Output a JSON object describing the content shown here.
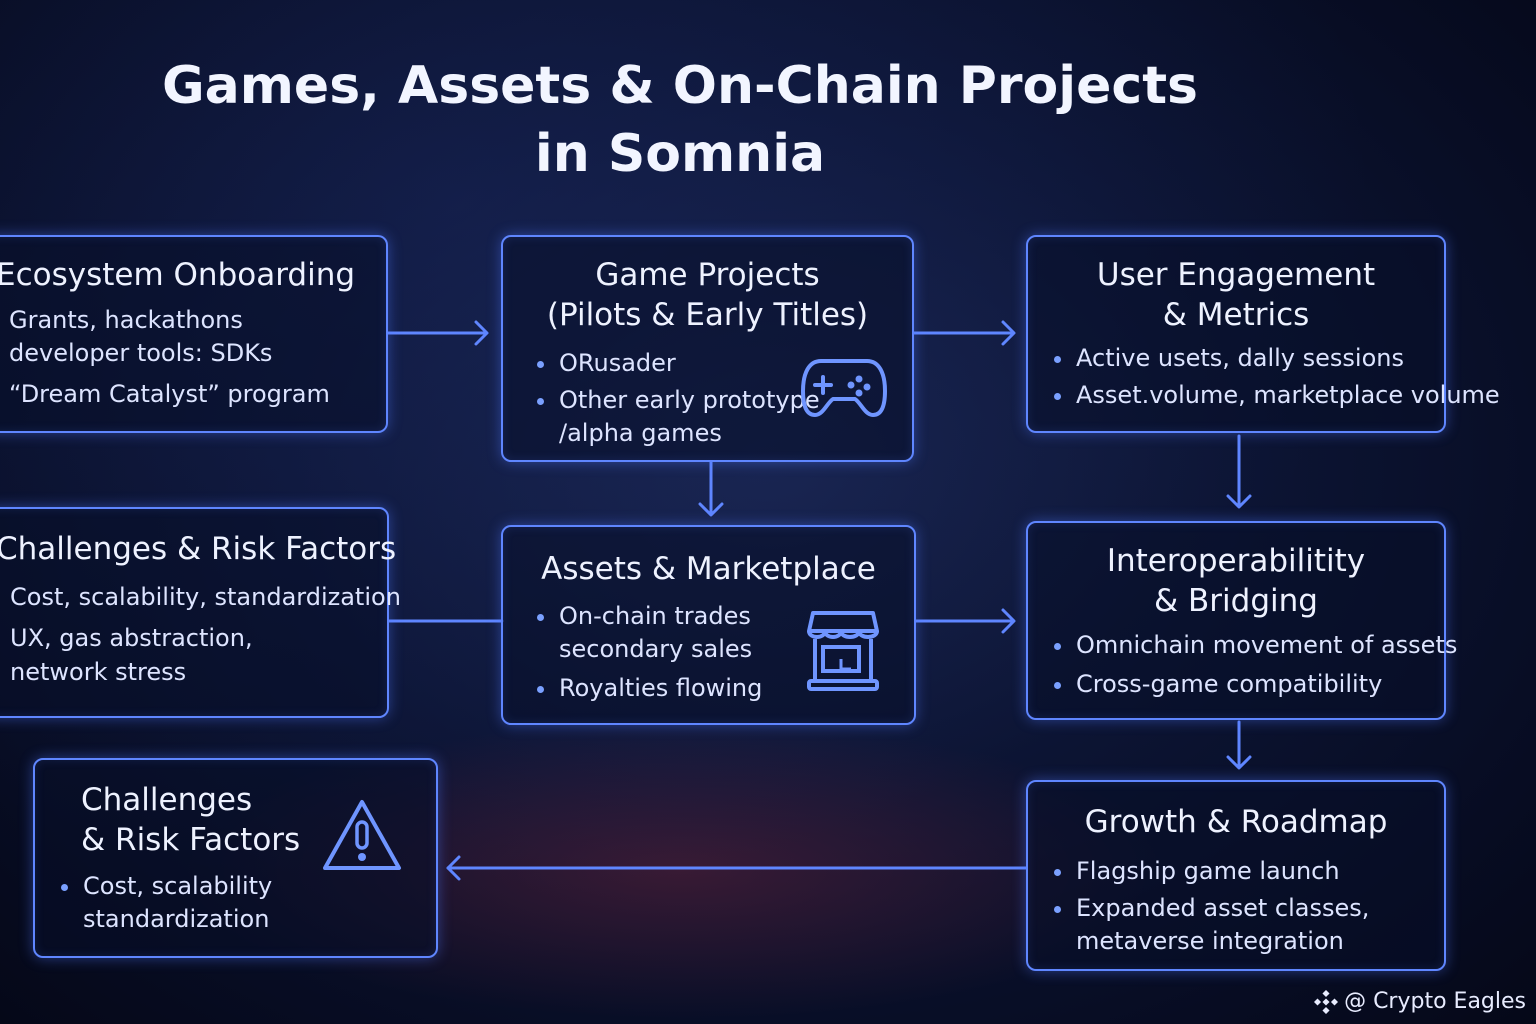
{
  "title": {
    "line1": "Games, Assets & On-Chain Projects",
    "line2": "in Somnia"
  },
  "boxes": {
    "ecosystem": {
      "title": "Ecosystem Onboarding",
      "lines": [
        "Grants, hackathons",
        "developer tools: SDKs",
        "“Dream Catalyst” program"
      ]
    },
    "game_projects": {
      "title_line1": "Game Projects",
      "title_line2": "(Pilots & Early Titles)",
      "bullets": [
        "ORusader",
        "Other early prototype",
        "/alpha games"
      ],
      "icon": "gamepad-icon"
    },
    "engagement": {
      "title_line1": "User Engagement",
      "title_line2": "& Metrics",
      "bullets": [
        "Active usets, dally sessions",
        "Asset.volume, marketplace volume"
      ]
    },
    "challenges_top": {
      "title": "Challenges & Risk Factors",
      "lines": [
        "Cost, scalability, standardization",
        "UX, gas abstraction,",
        "network stress"
      ]
    },
    "assets": {
      "title": "Assets & Marketplace",
      "bullets": [
        "On-chain trades",
        "secondary sales",
        "Royalties flowing"
      ],
      "icon": "storefront-icon"
    },
    "interop": {
      "title_line1": "Interoperabilitity",
      "title_line2": "& Bridging",
      "bullets": [
        "Omnichain movement of assets",
        "Cross-game compatibility"
      ]
    },
    "challenges_bottom": {
      "title_line1": "Challenges",
      "title_line2": "& Risk Factors",
      "bullets": [
        "Cost, scalability",
        "standardization"
      ],
      "icon": "warning-icon"
    },
    "growth": {
      "title": "Growth & Roadmap",
      "bullets": [
        "Flagship game launch",
        "Expanded asset classes,",
        "metaverse integration"
      ]
    }
  },
  "credit": {
    "text": "@ Crypto Eagles",
    "icon": "diamond-logo-icon"
  },
  "colors": {
    "border": "#5f86ff",
    "arrow": "#5f86ff",
    "bullet": "#7aa0ff"
  }
}
